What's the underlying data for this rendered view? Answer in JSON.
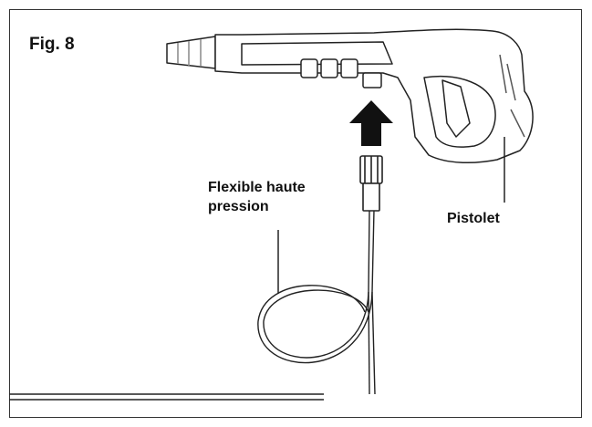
{
  "figure": {
    "title": "Fig. 8",
    "labels": {
      "hose_line1": "Flexible haute",
      "hose_line2": "pression",
      "gun": "Pistolet"
    }
  },
  "colors": {
    "line": "#222222",
    "gray": "#8a8a8a",
    "fill": "#ffffff"
  },
  "icons": {
    "arrow": "arrow-up-icon",
    "gun": "spray-gun-icon",
    "hose": "hose-icon"
  }
}
